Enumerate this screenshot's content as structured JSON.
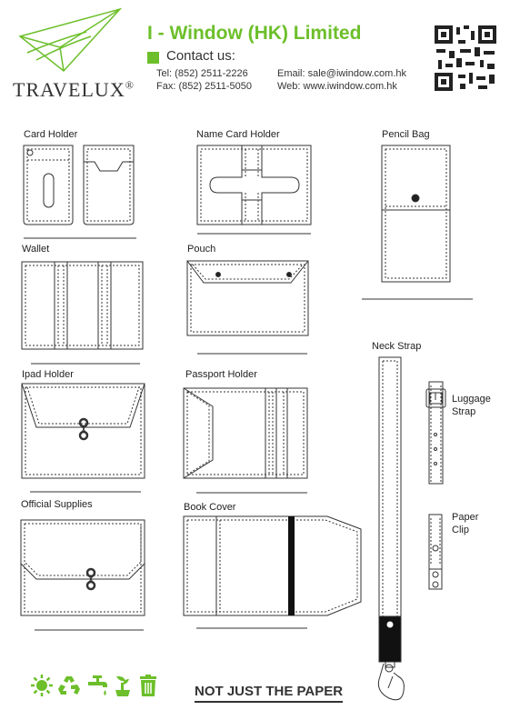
{
  "header": {
    "logo": {
      "name": "TRAVELUX",
      "mark": "®"
    },
    "company": "I - Window (HK) Limited",
    "contact_heading": "Contact us:",
    "tel": "Tel: (852) 2511-2226",
    "fax": "Fax: (852) 2511-5050",
    "email": "Email: sale@iwindow.com.hk",
    "web": "Web: www.iwindow.com.hk"
  },
  "products": {
    "card_holder": "Card Holder",
    "name_card_holder": "Name Card Holder",
    "pencil_bag": "Pencil Bag",
    "wallet": "Wallet",
    "pouch": "Pouch",
    "neck_strap": "Neck Strap",
    "ipad_holder": "Ipad Holder",
    "passport_holder": "Passport Holder",
    "luggage_strap_1": "Luggage",
    "luggage_strap_2": "Strap",
    "official_supplies": "Official Supplies",
    "book_cover": "Book Cover",
    "paper_clip_1": "Paper",
    "paper_clip_2": "Clip"
  },
  "footer": {
    "slogan": "NOT JUST THE PAPER",
    "eco_icons": [
      "sun-icon",
      "recycle-icon",
      "water-tap-icon",
      "plant-icon",
      "trash-bin-icon"
    ]
  },
  "colors": {
    "brand_green": "#6cbf2a",
    "line": "#333333"
  }
}
